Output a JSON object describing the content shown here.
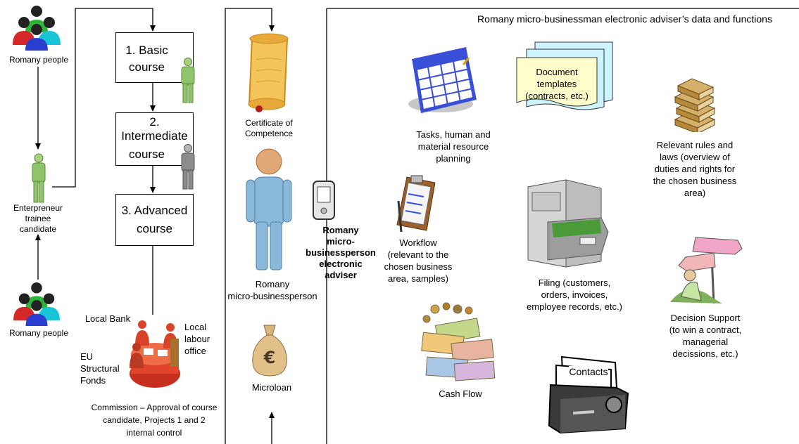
{
  "left": {
    "romany_people_top": "Romany people",
    "romany_people_bottom": "Romany people",
    "trainee": [
      "Enterpreneur",
      "trainee",
      "candidate"
    ]
  },
  "courses": [
    {
      "line1": "1. Basic",
      "line2": "course"
    },
    {
      "line1": "2.",
      "line2": "Intermediate",
      "line3": "course"
    },
    {
      "line1": "3. Advanced",
      "line2": "course"
    }
  ],
  "commission": {
    "local_bank": "Local Bank",
    "labour_office": [
      "Local",
      "labour",
      "office"
    ],
    "eu_funds": [
      "EU",
      "Structural",
      "Fonds"
    ],
    "caption": [
      "Commission – Approval of course",
      "candidate, Projects 1 and 2",
      "internal control"
    ]
  },
  "middle": {
    "certificate": [
      "Certificate of",
      "Competence"
    ],
    "person": [
      "Romany",
      "micro-businessperson"
    ],
    "microloan": "Microloan"
  },
  "adviser": [
    "Romany",
    "micro-",
    "businessperson",
    "electronic adviser"
  ],
  "panel": {
    "title": "Romany micro-businessman electronic adviser’s data and functions",
    "tasks": [
      "Tasks, human and",
      "material resource",
      "planning"
    ],
    "doc_templates": [
      "Document",
      "templates",
      "(contracts, etc.)"
    ],
    "rules": [
      "Relevant rules and",
      "laws (overview of",
      "duties and rights for",
      "the chosen business",
      "area)"
    ],
    "workflow": [
      "Workflow",
      "(relevant to the",
      "chosen business",
      "area, samples)"
    ],
    "filing": [
      "Filing (customers,",
      "orders, invoices,",
      "employee records, etc.)"
    ],
    "decision": [
      "Decision Support",
      "(to win a contract,",
      "managerial",
      "decissions, etc.)"
    ],
    "cashflow": "Cash Flow",
    "contacts": "Contacts"
  },
  "icons": [
    "people-group-icon",
    "trainee-figure-icon",
    "scroll-certificate-icon",
    "person-figure-icon",
    "pda-device-icon",
    "money-bag-icon",
    "calendar-icon",
    "documents-icon",
    "books-stack-icon",
    "clipboard-icon",
    "file-cabinet-icon",
    "signpost-icon",
    "banknotes-icon",
    "card-file-icon",
    "meeting-table-icon"
  ],
  "colors": {
    "line": "#000000",
    "figure_green": "#8fc46a",
    "figure_gray": "#8c8c8c",
    "figure_blue": "#8ab8d8",
    "scroll": "#f3c55a",
    "calendar": "#3a4fd8",
    "card_fill": "#ffffcc",
    "card_back": "#ccf5ff"
  }
}
